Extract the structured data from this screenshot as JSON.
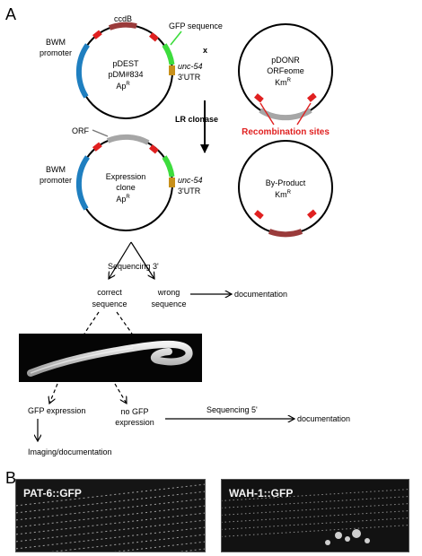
{
  "panel_a": {
    "letter": "A",
    "plasmid_dest": {
      "name_line1": "pDEST",
      "name_line2": "pDM#834",
      "resistance": "Ap",
      "resistance_sup": "R",
      "ccdb_label": "ccdB",
      "gfp_label": "GFP sequence",
      "promoter_line1": "BWM",
      "promoter_line2": "promoter",
      "utr_line1": "unc-54",
      "utr_line2": "3'UTR"
    },
    "cross_symbol": "x",
    "plasmid_donr": {
      "name_line1": "pDONR",
      "name_line2": "ORFeome",
      "resistance": "Km",
      "resistance_sup": "R",
      "recombination_label": "Recombination sites"
    },
    "reaction_label": "LR clonase",
    "plasmid_expression": {
      "orf_label": "ORF",
      "name_line1": "Expression",
      "name_line2": "clone",
      "resistance": "Ap",
      "resistance_sup": "R",
      "promoter_line1": "BWM",
      "promoter_line2": "promoter",
      "utr_line1": "unc-54",
      "utr_line2": "3'UTR"
    },
    "plasmid_byproduct": {
      "name_line1": "By-Product",
      "resistance": "Km",
      "resistance_sup": "R"
    },
    "flow": {
      "sequencing3": "Sequencing 3'",
      "correct_line1": "correct",
      "correct_line2": "sequence",
      "wrong_line1": "wrong",
      "wrong_line2": "sequence",
      "documentation1": "documentation",
      "gfp_expression": "GFP expression",
      "no_gfp_line1": "no GFP",
      "no_gfp_line2": "expression",
      "sequencing5": "Sequencing 5'",
      "documentation2": "documentation",
      "imaging": "Imaging/documentation"
    }
  },
  "panel_b": {
    "letter": "B",
    "images": [
      {
        "label": "PAT-6::GFP"
      },
      {
        "label": "WAH-1::GFP"
      }
    ]
  },
  "colors": {
    "promoter": "#1f7fc0",
    "sites": "#e02020",
    "ccdb": "#9a3b3b",
    "gfp": "#3ddc3d",
    "utr": "#c8901a",
    "orf": "#a6a6a6",
    "recombination_text": "#e02020"
  }
}
